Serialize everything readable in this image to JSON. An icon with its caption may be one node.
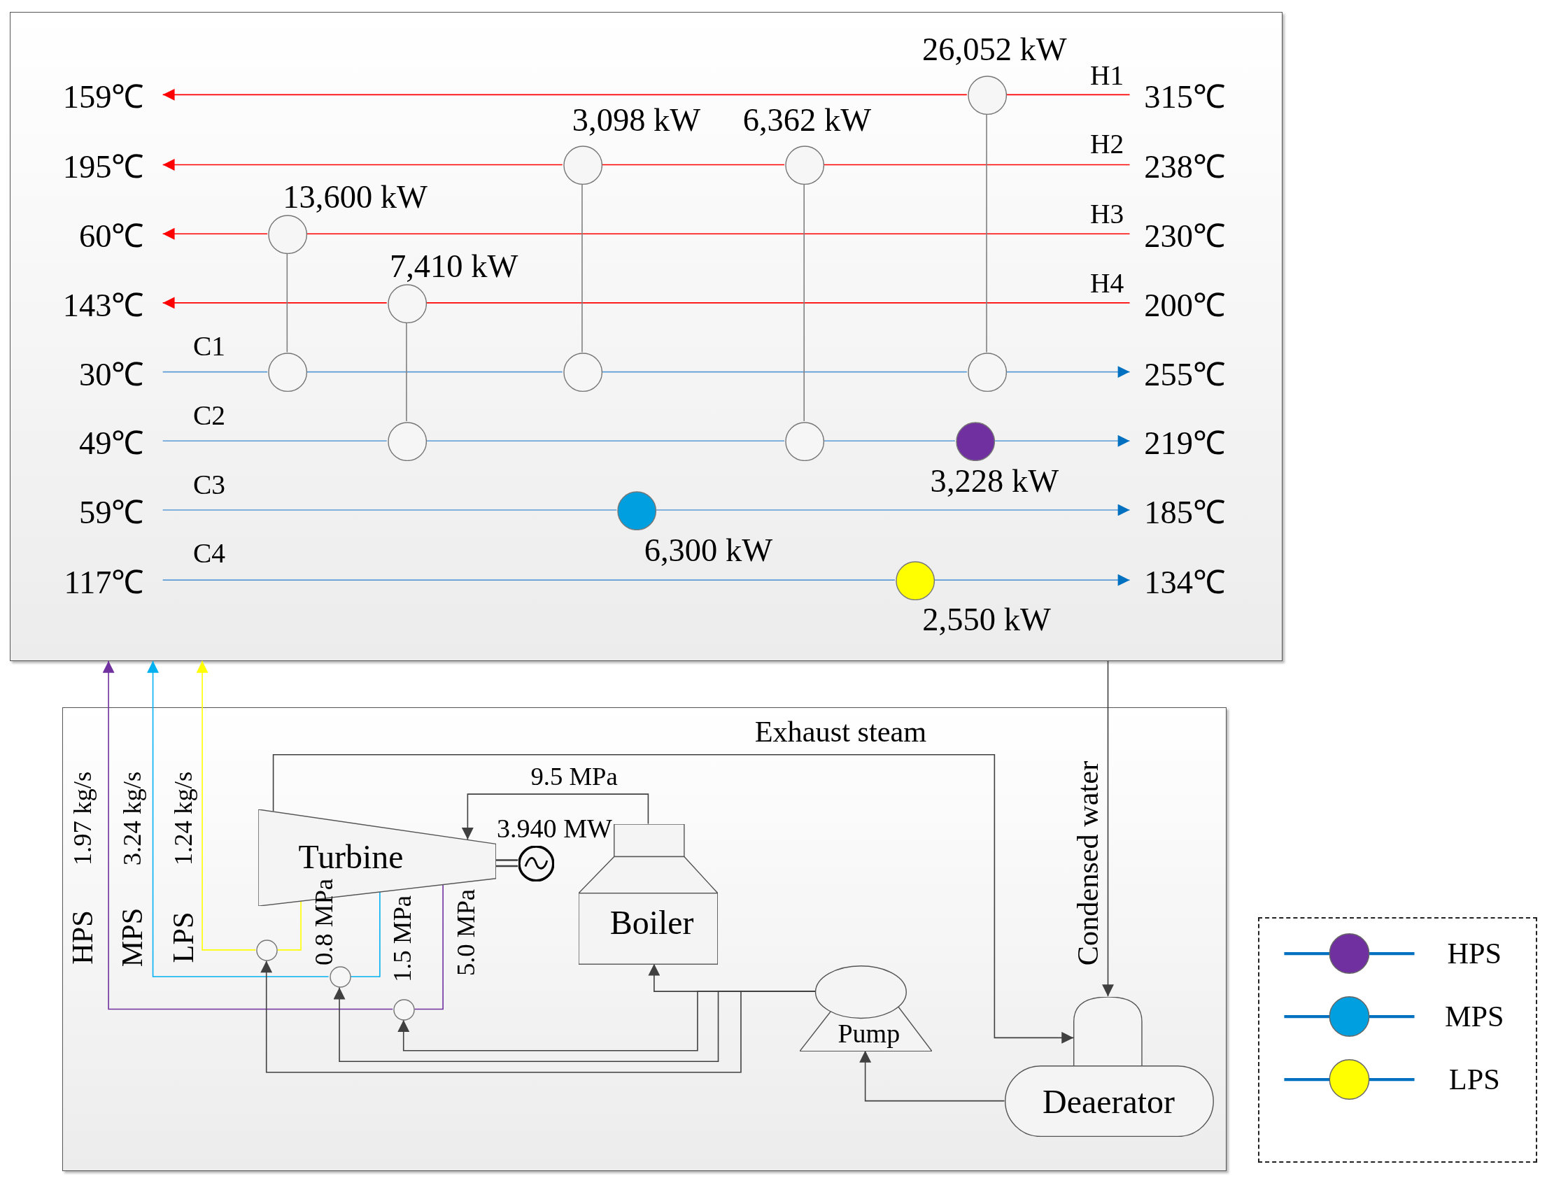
{
  "diagram": {
    "nodes": [
      {
        "text": [],
        "shape": "box"
      },
      {
        "text": [
          "159℃"
        ],
        "in": 0
      },
      {
        "text": [
          "315℃"
        ],
        "in": 0
      },
      {
        "text": [
          "195℃"
        ],
        "in": 0
      },
      {
        "text": [
          "238℃"
        ],
        "in": 0
      },
      {
        "text": [
          "60℃"
        ],
        "in": 0
      },
      {
        "text": [
          "230℃"
        ],
        "in": 0
      },
      {
        "text": [
          "143℃"
        ],
        "in": 0
      },
      {
        "text": [
          "200℃"
        ],
        "in": 0
      },
      {
        "text": [
          "30℃"
        ],
        "in": 0
      },
      {
        "text": [
          "255℃"
        ],
        "in": 0
      },
      {
        "text": [
          "49℃"
        ],
        "in": 0
      },
      {
        "text": [
          "219℃"
        ],
        "in": 0
      },
      {
        "text": [
          "59℃"
        ],
        "in": 0
      },
      {
        "text": [
          "185℃"
        ],
        "in": 0
      },
      {
        "text": [
          "117℃"
        ],
        "in": 0
      },
      {
        "text": [
          "134℃"
        ],
        "in": 0
      },
      {
        "text": [],
        "shape": "circle",
        "in": 0,
        "beside": [
          "26,052 kW"
        ]
      },
      {
        "text": [],
        "shape": "circle",
        "in": 0,
        "beside": [
          "3,098 kW"
        ]
      },
      {
        "text": [],
        "shape": "circle",
        "in": 0,
        "beside": [
          "6,362 kW"
        ]
      },
      {
        "text": [],
        "shape": "circle",
        "in": 0,
        "beside": [
          "13,600 kW"
        ]
      },
      {
        "text": [],
        "shape": "circle",
        "in": 0,
        "beside": [
          "7,410 kW"
        ]
      },
      {
        "text": [],
        "shape": "circle",
        "in": 0
      },
      {
        "text": [],
        "shape": "circle",
        "in": 0
      },
      {
        "text": [],
        "shape": "circle",
        "in": 0
      },
      {
        "text": [],
        "shape": "circle",
        "in": 0
      },
      {
        "text": [],
        "shape": "circle",
        "in": 0
      },
      {
        "text": [],
        "shape": "circle",
        "in": 0,
        "beside": [
          "3,228 kW"
        ]
      },
      {
        "text": [],
        "shape": "circle",
        "in": 0,
        "beside": [
          "6,300 kW"
        ]
      },
      {
        "text": [],
        "shape": "circle",
        "in": 0,
        "beside": [
          "2,550 kW"
        ]
      },
      {
        "text": [],
        "shape": "box"
      },
      {
        "text": [
          "Turbine"
        ],
        "in": 30
      },
      {
        "text": [],
        "shape": "circle",
        "in": 30,
        "beside": [
          "3.940 MW"
        ]
      },
      {
        "text": [
          "Boiler"
        ],
        "in": 30
      },
      {
        "text": [
          "Pump"
        ],
        "in": 30
      },
      {
        "text": [
          "Deaerator"
        ],
        "in": 30
      },
      {
        "text": [],
        "shape": "circle",
        "in": 30
      },
      {
        "text": [],
        "shape": "circle",
        "in": 30
      },
      {
        "text": [],
        "shape": "circle",
        "in": 30
      }
    ],
    "edges": [
      {
        "from": 2,
        "to": 17,
        "arrow": "none",
        "label": "H1",
        "color": "#ff0000"
      },
      {
        "from": 17,
        "to": 1,
        "arrow": "to",
        "color": "#ff0000"
      },
      {
        "from": 4,
        "to": 19,
        "arrow": "none",
        "label": "H2",
        "color": "#ff0000"
      },
      {
        "from": 19,
        "to": 18,
        "arrow": "none",
        "color": "#ff0000"
      },
      {
        "from": 18,
        "to": 3,
        "arrow": "to",
        "color": "#ff0000"
      },
      {
        "from": 6,
        "to": 20,
        "arrow": "none",
        "label": "H3",
        "color": "#ff0000"
      },
      {
        "from": 20,
        "to": 5,
        "arrow": "to",
        "color": "#ff0000"
      },
      {
        "from": 8,
        "to": 21,
        "arrow": "none",
        "label": "H4",
        "color": "#ff0000"
      },
      {
        "from": 21,
        "to": 7,
        "arrow": "to",
        "color": "#ff0000"
      },
      {
        "from": 9,
        "to": 22,
        "arrow": "none",
        "label": "C1",
        "color": "#5b9bd5"
      },
      {
        "from": 22,
        "to": 23,
        "arrow": "none",
        "color": "#5b9bd5"
      },
      {
        "from": 23,
        "to": 24,
        "arrow": "none",
        "color": "#5b9bd5"
      },
      {
        "from": 24,
        "to": 10,
        "arrow": "to",
        "color": "#5b9bd5"
      },
      {
        "from": 11,
        "to": 25,
        "arrow": "none",
        "label": "C2",
        "color": "#5b9bd5"
      },
      {
        "from": 25,
        "to": 26,
        "arrow": "none",
        "color": "#5b9bd5"
      },
      {
        "from": 26,
        "to": 27,
        "arrow": "none",
        "color": "#5b9bd5"
      },
      {
        "from": 27,
        "to": 12,
        "arrow": "to",
        "color": "#5b9bd5"
      },
      {
        "from": 13,
        "to": 28,
        "arrow": "none",
        "label": "C3",
        "color": "#5b9bd5"
      },
      {
        "from": 28,
        "to": 14,
        "arrow": "to",
        "color": "#5b9bd5"
      },
      {
        "from": 15,
        "to": 29,
        "arrow": "none",
        "label": "C4",
        "color": "#5b9bd5"
      },
      {
        "from": 29,
        "to": 16,
        "arrow": "to",
        "color": "#5b9bd5"
      },
      {
        "from": 20,
        "to": 22,
        "arrow": "none",
        "color": "#808080"
      },
      {
        "from": 21,
        "to": 25,
        "arrow": "none",
        "color": "#808080"
      },
      {
        "from": 18,
        "to": 23,
        "arrow": "none",
        "color": "#808080"
      },
      {
        "from": 19,
        "to": 26,
        "arrow": "none",
        "color": "#808080"
      },
      {
        "from": 17,
        "to": 24,
        "arrow": "none",
        "color": "#808080"
      },
      {
        "from": 31,
        "to": 36,
        "arrow": "none",
        "label": "0.8 MPa",
        "color": "#ffff00"
      },
      {
        "from": 31,
        "to": 37,
        "arrow": "none",
        "label": "1.5 MPa",
        "color": "#00b0f0"
      },
      {
        "from": 31,
        "to": 38,
        "arrow": "none",
        "label": "5.0 MPa",
        "color": "#7030a0"
      },
      {
        "from": 36,
        "to": 0,
        "arrow": "to",
        "label": "1.24 kg/s",
        "color": "#ffff00"
      },
      {
        "from": 37,
        "to": 0,
        "arrow": "to",
        "label": "3.24 kg/s",
        "color": "#00b0f0"
      },
      {
        "from": 38,
        "to": 0,
        "arrow": "to",
        "label": "1.97 kg/s",
        "color": "#7030a0"
      },
      {
        "from": 33,
        "to": 31,
        "arrow": "to",
        "label": "9.5 MPa",
        "color": "#404040"
      },
      {
        "from": 31,
        "to": 32,
        "arrow": "none",
        "color": "#404040"
      },
      {
        "from": 31,
        "to": 35,
        "arrow": "to",
        "label": "Exhaust steam",
        "color": "#404040"
      },
      {
        "from": 0,
        "to": 35,
        "arrow": "to",
        "label": "Condensed water",
        "color": "#404040"
      },
      {
        "from": 35,
        "to": 34,
        "arrow": "to",
        "color": "#404040"
      },
      {
        "from": 34,
        "to": 33,
        "arrow": "to",
        "color": "#404040"
      },
      {
        "from": 34,
        "to": 38,
        "arrow": "to",
        "color": "#404040"
      },
      {
        "from": 34,
        "to": 37,
        "arrow": "to",
        "color": "#404040"
      },
      {
        "from": 34,
        "to": 36,
        "arrow": "to",
        "color": "#404040"
      }
    ],
    "labels": [
      "HPS",
      "MPS",
      "LPS"
    ],
    "legend": [
      {
        "text": "HPS",
        "color": "#7030a0"
      },
      {
        "text": "MPS",
        "color": "#00a0e0"
      },
      {
        "text": "LPS",
        "color": "#ffff00"
      }
    ]
  }
}
